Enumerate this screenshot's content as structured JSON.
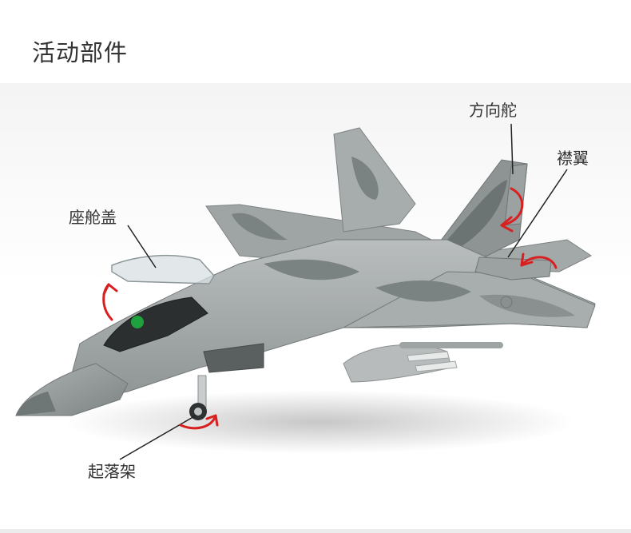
{
  "page": {
    "title": "活动部件"
  },
  "callouts": {
    "rudder": "方向舵",
    "flaps": "襟翼",
    "canopy": "座舱盖",
    "landing_gear": "起落架"
  },
  "colors": {
    "annotation_red": "#d92020",
    "camo_light": "#a9adad",
    "camo_dark": "#7b8282",
    "background": "#ffffff"
  }
}
